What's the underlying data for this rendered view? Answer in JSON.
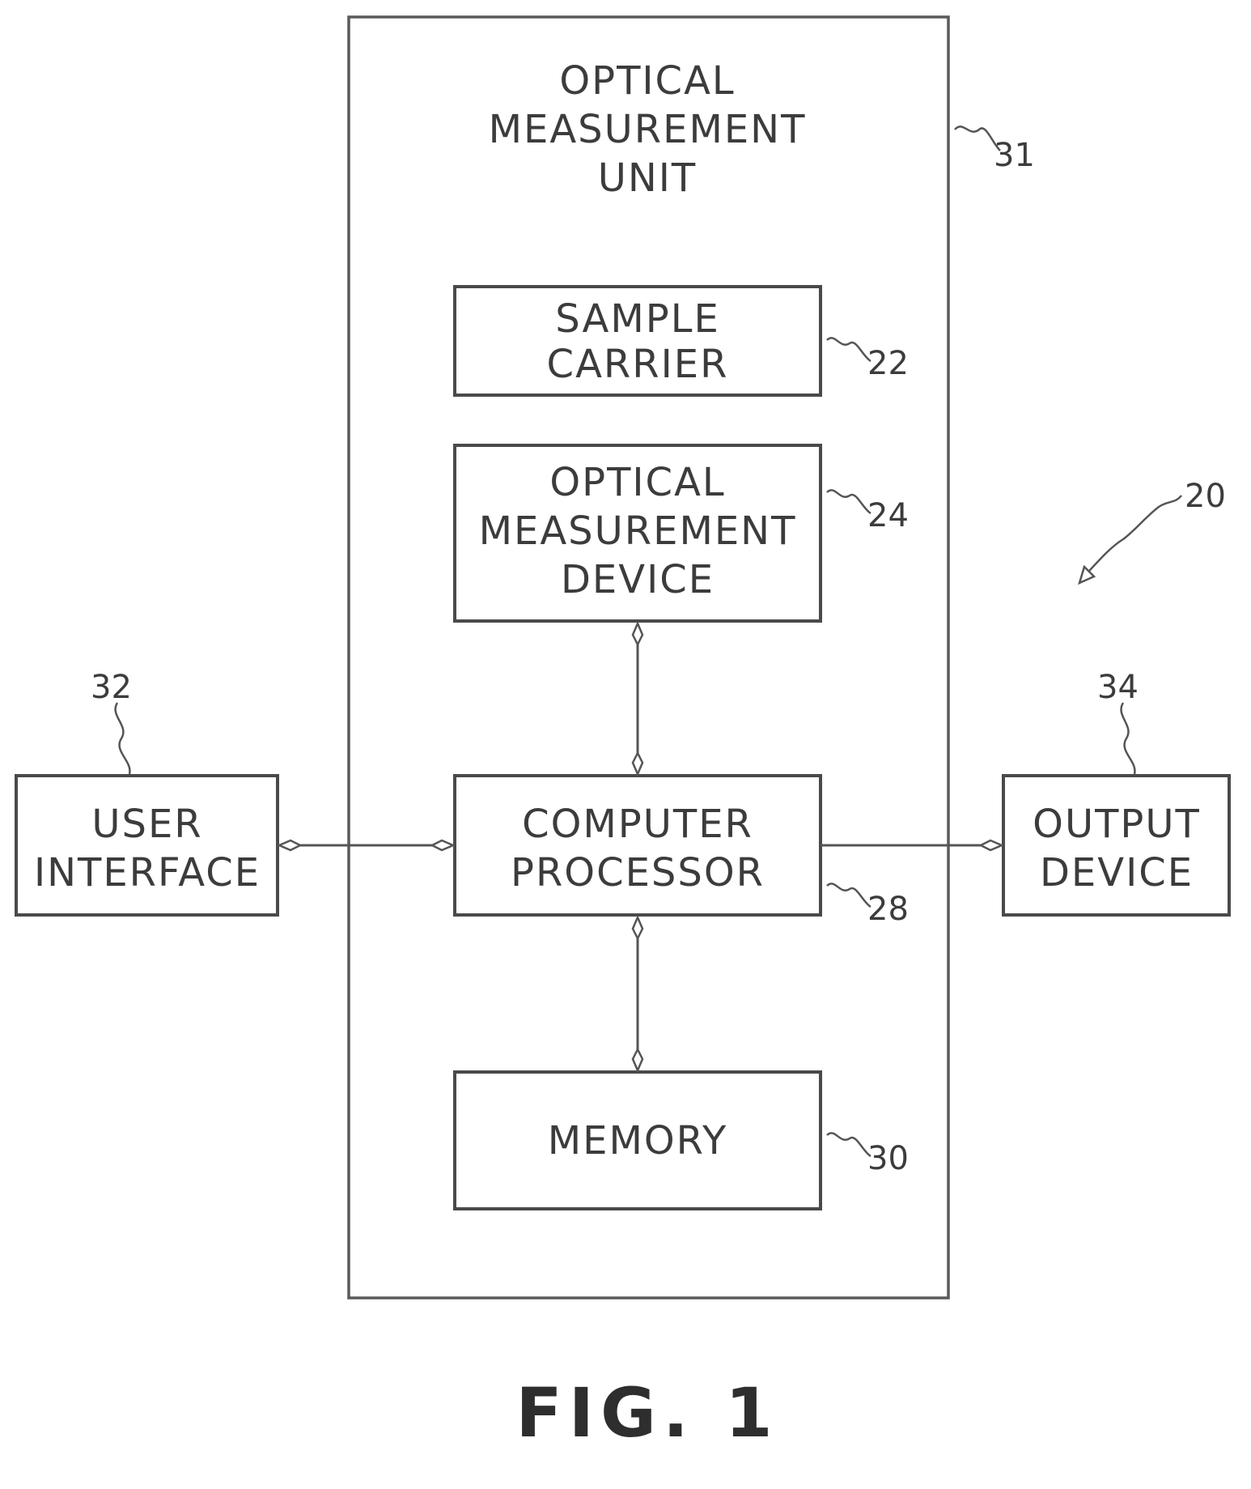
{
  "optical_measurement_unit": {
    "lines": [
      "OPTICAL",
      "MEASUREMENT",
      "UNIT"
    ],
    "ref": "31"
  },
  "sample_carrier": {
    "lines": [
      "SAMPLE",
      "CARRIER"
    ],
    "ref": "22"
  },
  "optical_measurement_device": {
    "lines": [
      "OPTICAL",
      "MEASUREMENT",
      "DEVICE"
    ],
    "ref": "24"
  },
  "computer_processor": {
    "lines": [
      "COMPUTER",
      "PROCESSOR"
    ],
    "ref": "28"
  },
  "memory": {
    "lines": [
      "MEMORY"
    ],
    "ref": "30"
  },
  "user_interface": {
    "lines": [
      "USER",
      "INTERFACE"
    ],
    "ref": "32"
  },
  "output_device": {
    "lines": [
      "OUTPUT",
      "DEVICE"
    ],
    "ref": "34"
  },
  "system_ref": "20",
  "figure_caption": "FIG. 1"
}
